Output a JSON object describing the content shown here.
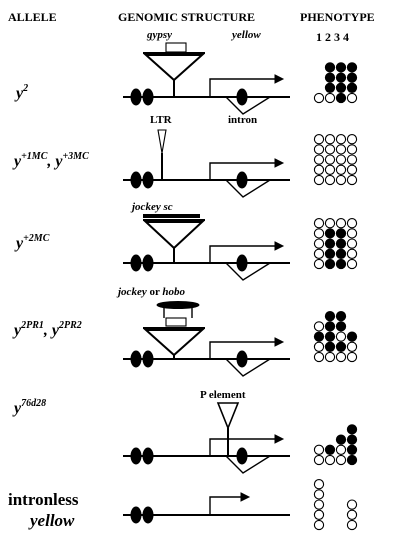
{
  "headers": {
    "allele": "ALLELE",
    "genomic": "GENOMIC STRUCTURE",
    "phenotype": "PHENOTYPE",
    "phenotype_numbers": "1 2 3 4"
  },
  "gene_labels": {
    "gypsy": "gypsy",
    "yellow": "yellow",
    "ltr": "LTR",
    "intron": "intron",
    "jockey_sc": "jockey sc",
    "jockey_or_hobo_1": "jockey",
    "jockey_or_hobo_2": " or ",
    "jockey_or_hobo_3": "hobo",
    "p_element": "P element"
  },
  "rows": [
    {
      "allele_base": "y",
      "allele_sup": "2",
      "allele_base2": "",
      "allele_sup2": "",
      "phenotype_columns": [
        [
          "open"
        ],
        [
          "open",
          "black",
          "black",
          "black"
        ],
        [
          "black",
          "black",
          "black",
          "black"
        ],
        [
          "open",
          "black",
          "black",
          "black"
        ]
      ]
    },
    {
      "allele_base": "y",
      "allele_sup": "+1MC",
      "allele_base2": ", y",
      "allele_sup2": "+3MC",
      "phenotype_columns": [
        [
          "open",
          "open",
          "open",
          "open",
          "open"
        ],
        [
          "open",
          "open",
          "open",
          "open",
          "open"
        ],
        [
          "open",
          "open",
          "open",
          "open",
          "open"
        ],
        [
          "open",
          "open",
          "open",
          "open",
          "open"
        ]
      ]
    },
    {
      "allele_base": "y",
      "allele_sup": "+2MC",
      "allele_base2": "",
      "allele_sup2": "",
      "phenotype_columns": [
        [
          "open",
          "open",
          "open",
          "open",
          "open"
        ],
        [
          "black",
          "black",
          "black",
          "black",
          "open"
        ],
        [
          "black",
          "black",
          "black",
          "black",
          "open"
        ],
        [
          "open",
          "open",
          "open",
          "open",
          "open"
        ]
      ]
    },
    {
      "allele_base": "y",
      "allele_sup": "2PR1",
      "allele_base2": ", y",
      "allele_sup2": "2PR2",
      "phenotype_columns": [
        [
          "open",
          "open",
          "black",
          "open"
        ],
        [
          "open",
          "black",
          "black",
          "black",
          "black"
        ],
        [
          "open",
          "black",
          "open",
          "black",
          "black"
        ],
        [
          "open",
          "open",
          "black"
        ]
      ]
    },
    {
      "allele_base": "y",
      "allele_sup": "76d28",
      "allele_base2": "",
      "allele_sup2": "",
      "phenotype_columns": [
        [
          "open",
          "open"
        ],
        [
          "open",
          "black"
        ],
        [
          "open",
          "open",
          "black"
        ],
        [
          "black",
          "black",
          "black",
          "black"
        ]
      ]
    },
    {
      "allele_base": "intronless",
      "allele_sup": "",
      "allele_base2": "yellow",
      "allele_sup2": "",
      "phenotype_columns": [
        [
          "open",
          "open",
          "open",
          "open",
          "open"
        ],
        [],
        [],
        [
          "open",
          "open",
          "open"
        ]
      ]
    }
  ]
}
